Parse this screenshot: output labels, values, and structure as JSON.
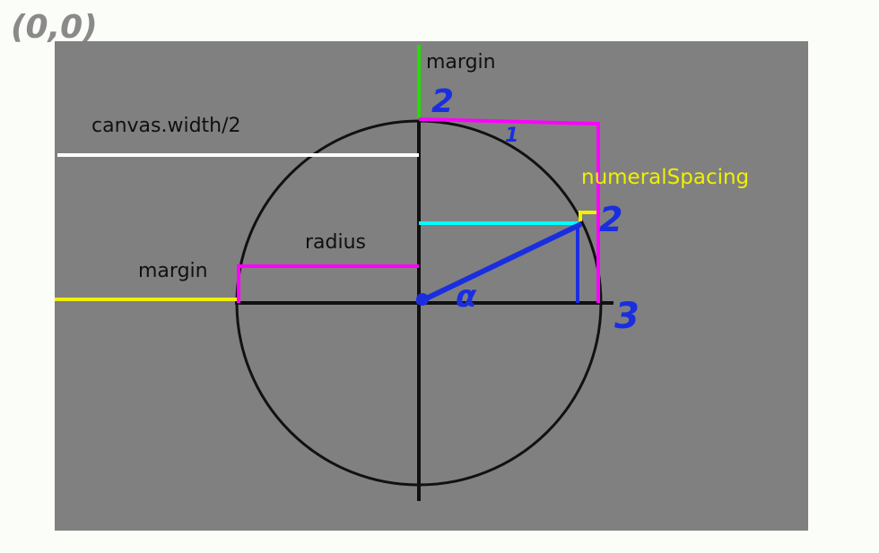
{
  "origin_label": "(0,0)",
  "labels": {
    "margin_top": "margin",
    "canvas_width_half": "canvas.width/2",
    "numeral_spacing": "numeralSpacing",
    "radius": "radius",
    "margin_left": "margin",
    "annot_two_top": "2",
    "annot_one": "1",
    "annot_two_right": "2",
    "annot_three": "3",
    "annot_alpha": "α"
  },
  "colors": {
    "page_background": "#fbfdf8",
    "canvas_background": "#808080",
    "circle_and_axes": "#111111",
    "magenta": "#ff00ff",
    "green": "#22dd00",
    "white": "#ffffff",
    "yellow": "#f0f000",
    "cyan": "#00ffff",
    "blue": "#1a2ee0",
    "origin_text": "#8a8a8a"
  }
}
